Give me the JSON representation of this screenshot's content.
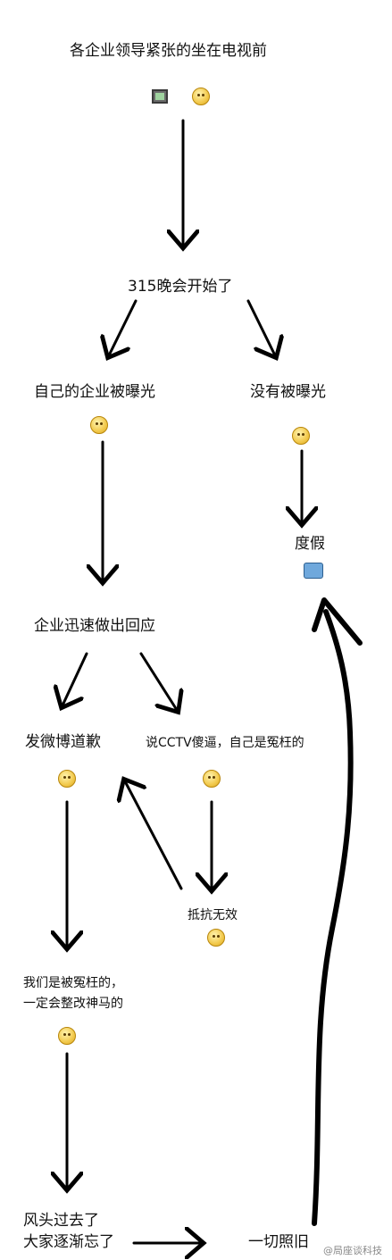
{
  "nodes": {
    "n1": "各企业领导紧张的坐在电视前",
    "n2": "315晚会开始了",
    "n3": "自己的企业被曝光",
    "n4": "没有被曝光",
    "n5": "度假",
    "n6": "企业迅速做出回应",
    "n7": "发微博道歉",
    "n8": "说CCTV傻逼，自己是冤枉的",
    "n9": "抵抗无效",
    "n10a": "我们是被冤枉的，",
    "n10b": "一定会整改神马的",
    "n11a": "风头过去了",
    "n11b": "大家逐渐忘了",
    "n12": "一切照旧"
  },
  "icons": [
    "tv-icon",
    "nervous-face-icon",
    "crying-face-icon",
    "grinning-face-icon",
    "vacation-icon",
    "nervous-face-icon",
    "annoyed-face-icon",
    "nervous-face-icon",
    "shy-face-icon"
  ],
  "watermark": "@局座谈科技"
}
